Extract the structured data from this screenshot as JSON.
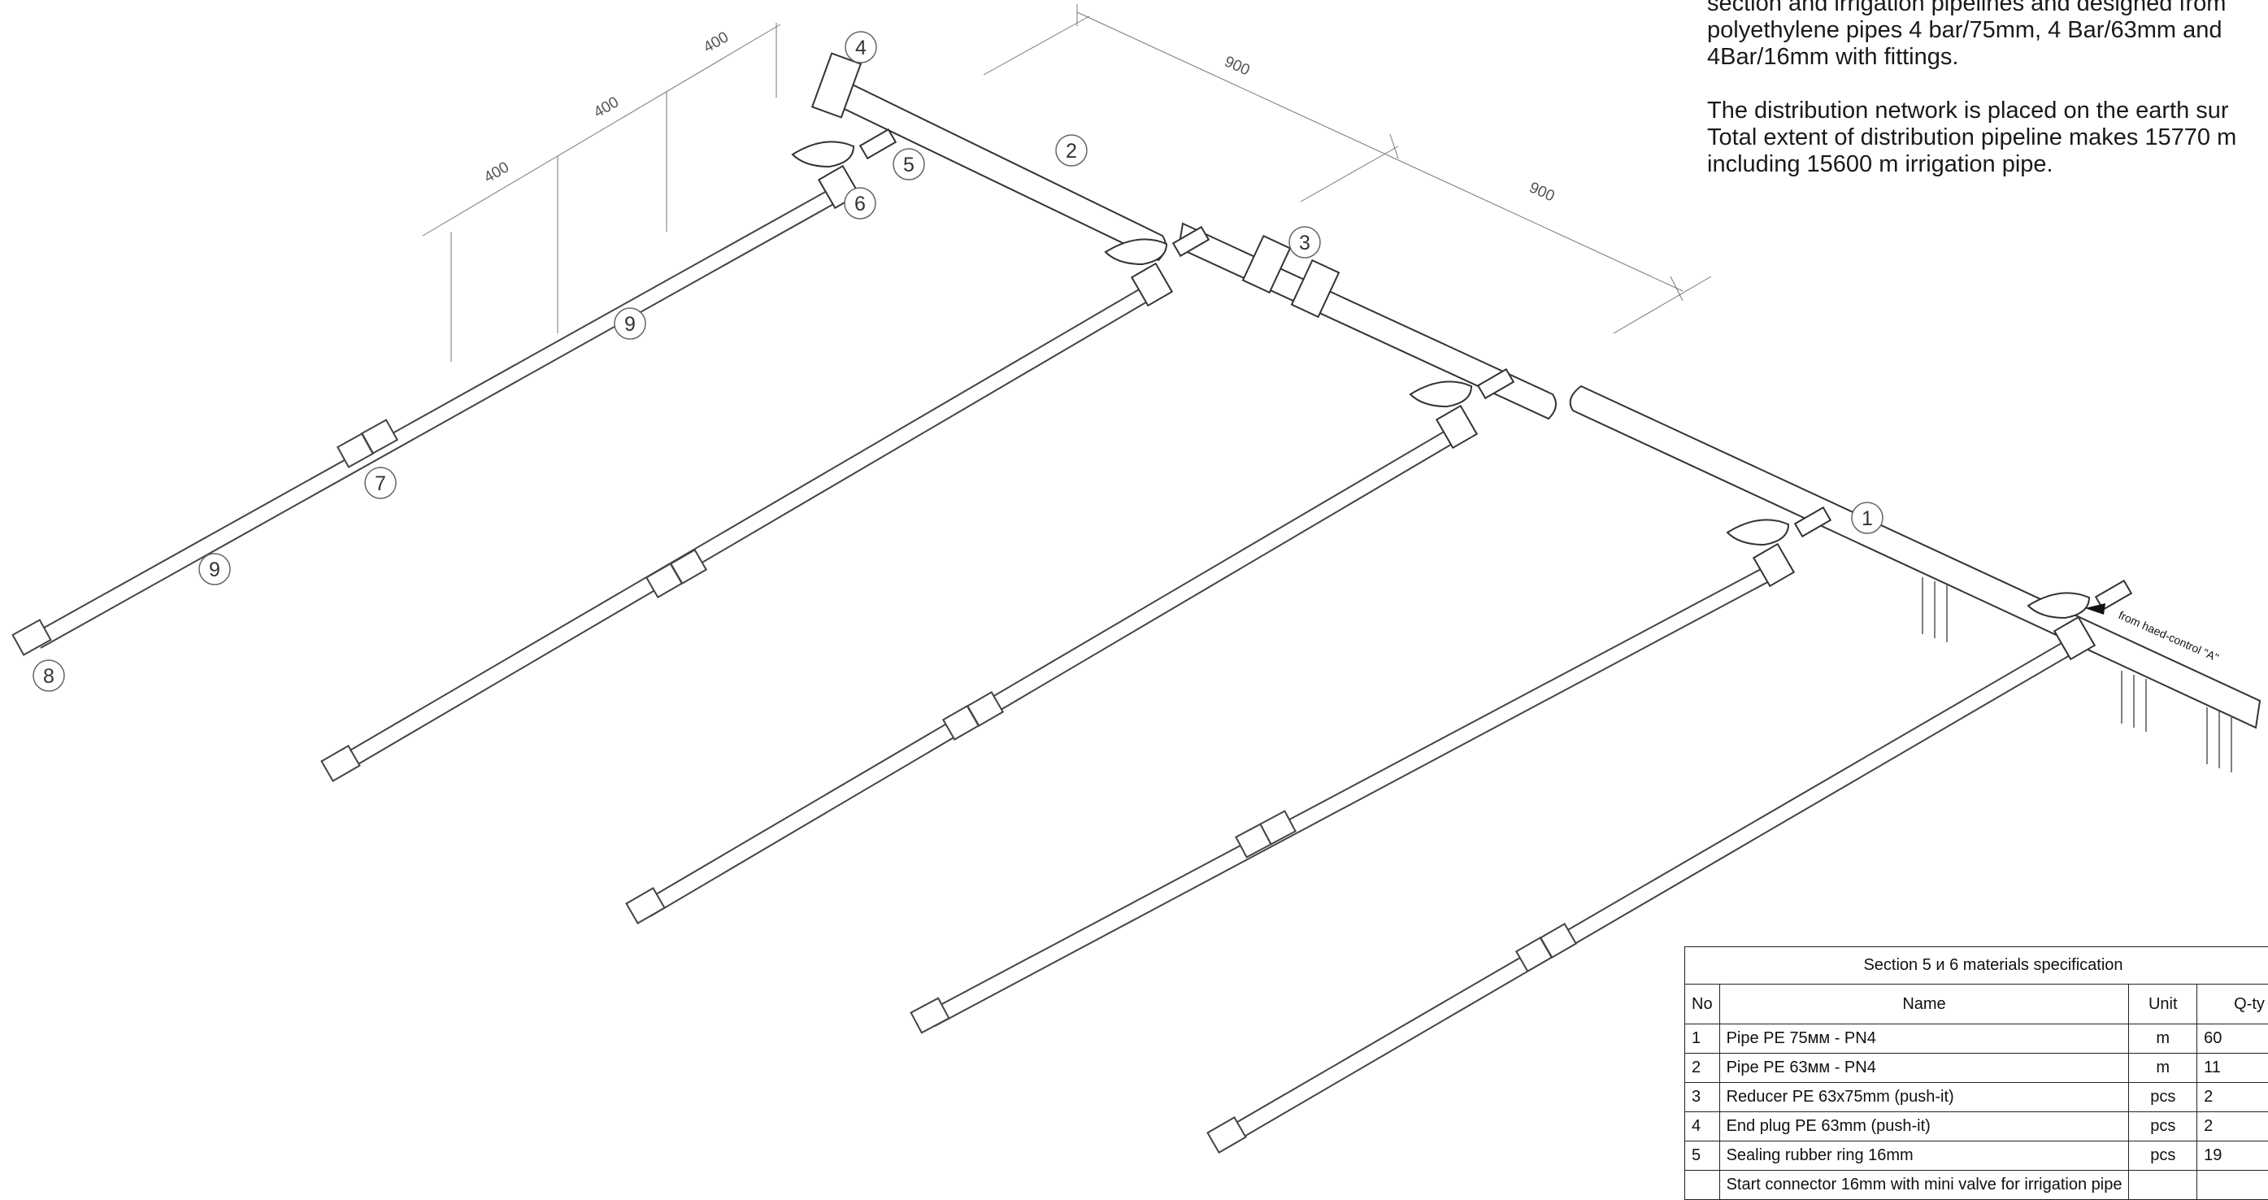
{
  "description": {
    "lines_1": [
      "section and irrigation pipelines and designed from",
      "polyethylene pipes 4 bar/75mm, 4 Bar/63mm  and",
      "4Bar/16mm with fittings."
    ],
    "lines_2": [
      "The distribution network is placed on the earth sur",
      "Total extent of distribution pipeline makes 15770 m",
      "including 15600 m irrigation pipe."
    ]
  },
  "callouts": [
    "1",
    "2",
    "3",
    "4",
    "5",
    "6",
    "7",
    "8",
    "9",
    "9"
  ],
  "dimensions": {
    "d400": "400",
    "d900": "900"
  },
  "flow_note": "from haed-control \"A\"",
  "spec_table": {
    "title": "Section 5 и 6 materials specification",
    "headers": {
      "no": "No",
      "name": "Name",
      "unit": "Unit",
      "qty": "Q-ty"
    },
    "rows": [
      {
        "no": "1",
        "name": "Pipe PE 75мм - PN4",
        "unit": "m",
        "qty": "60"
      },
      {
        "no": "2",
        "name": "Pipe PE 63мм - PN4",
        "unit": "m",
        "qty": "11"
      },
      {
        "no": "3",
        "name": "Reducer PE 63x75mm (push-it)",
        "unit": "pcs",
        "qty": "2"
      },
      {
        "no": "4",
        "name": "End plug PE 63mm (push-it)",
        "unit": "pcs",
        "qty": "2"
      },
      {
        "no": "5",
        "name": "Sealing rubber ring 16mm",
        "unit": "pcs",
        "qty": "19"
      },
      {
        "no": "",
        "name": "Start connector 16mm with mini valve for irrigation pipe",
        "unit": "",
        "qty": ""
      }
    ]
  }
}
